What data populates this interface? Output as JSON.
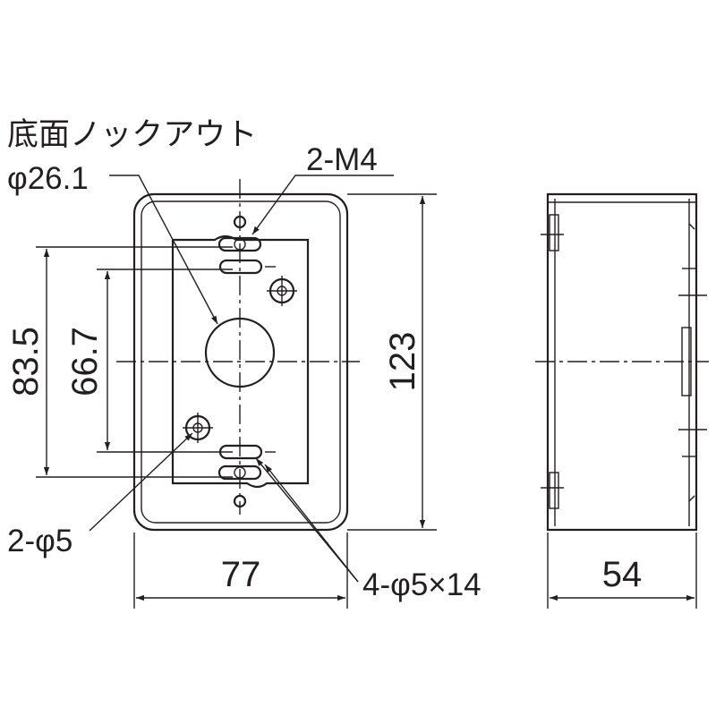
{
  "labels": {
    "knockout_title": "底面ノックアウト",
    "knockout_diameter": "φ26.1",
    "screw": "2-M4",
    "dim_width": "77",
    "dim_depth": "54",
    "dim_height_total": "123",
    "dim_height_outer_holes": "83.5",
    "dim_height_inner_holes": "66.7",
    "round_holes": "2-φ5",
    "slot_holes": "4-φ5×14"
  },
  "colors": {
    "line": "#231f20",
    "background": "#ffffff"
  }
}
